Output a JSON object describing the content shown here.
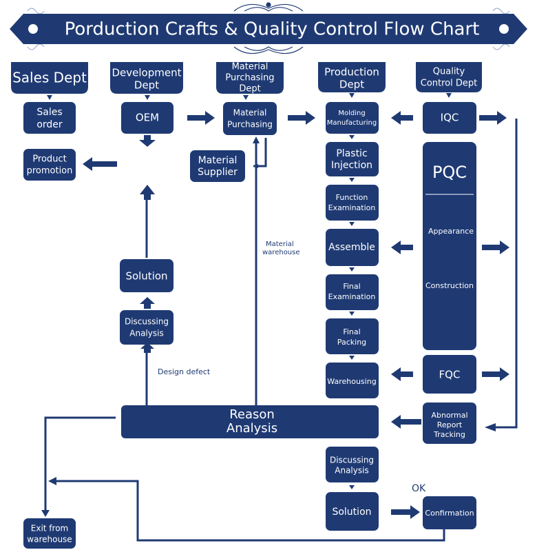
{
  "title": "Porduction Crafts & Quality Control Flow Chart",
  "colors": {
    "primary": "#1f3a73",
    "background": "#ffffff",
    "text_on_box": "#ffffff"
  },
  "headers": {
    "sales": "Sales Dept",
    "development": [
      "Development",
      "Dept"
    ],
    "purchasing": [
      "Material",
      "Purchasing",
      "Dept"
    ],
    "production": [
      "Production",
      "Dept"
    ],
    "quality": [
      "Quality",
      "Control Dept"
    ]
  },
  "nodes": {
    "sales_order": [
      "Sales",
      "order"
    ],
    "product_promotion": [
      "Product",
      "promotion"
    ],
    "oem": "OEM",
    "material_purchasing": [
      "Material",
      "Purchasing"
    ],
    "material_supplier": [
      "Material",
      "Supplier"
    ],
    "molding": [
      "Molding",
      "Manufacturing"
    ],
    "plastic_injection": [
      "Plastic",
      "Injection"
    ],
    "function_exam": [
      "Function",
      "Examination"
    ],
    "assemble": "Assemble",
    "final_exam": [
      "Final",
      "Examination"
    ],
    "final_packing": [
      "Final",
      "Packing"
    ],
    "warehousing": "Warehousing",
    "iqc": "IQC",
    "pqc": "PQC",
    "appearance": "Appearance",
    "construction": "Construction",
    "fqc": "FQC",
    "abnormal": [
      "Abnormal",
      "Report",
      "Tracking"
    ],
    "reason_analysis": [
      "Reason",
      "Analysis"
    ],
    "discussing_left": [
      "Discussing",
      "Analysis"
    ],
    "solution_left": "Solution",
    "discussing_bottom": [
      "Discussing",
      "Analysis"
    ],
    "solution_bottom": "Solution",
    "confirmation": "Confirmation",
    "exit_warehouse": [
      "Exit from",
      "warehouse"
    ]
  },
  "labels": {
    "material_warehouse": [
      "Material",
      "warehouse"
    ],
    "design_defect": "Design defect",
    "ok": "OK"
  }
}
